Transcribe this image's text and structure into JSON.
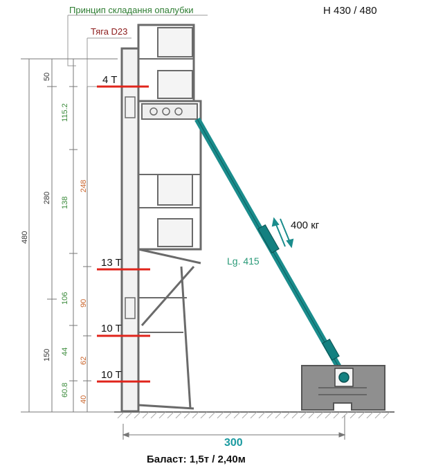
{
  "header": {
    "principle_label": "Принцип складання опалубки",
    "tie_label": "Тяга D23",
    "model_label": "H 430 / 480"
  },
  "dimensions": {
    "overall": "480",
    "black": [
      "50",
      "280",
      "150"
    ],
    "green": [
      "115.2",
      "138",
      "106",
      "44",
      "60.8"
    ],
    "orange": [
      "248",
      "90",
      "62",
      "40"
    ]
  },
  "anchor_loads": [
    "4 T",
    "13 T",
    "10 T",
    "10 T"
  ],
  "brace": {
    "length_label": "Lg. 415",
    "force_label": "400 кг"
  },
  "footer": {
    "span_label": "300",
    "ballast_label": "Баласт: 1,5т / 2,40м"
  },
  "colors": {
    "brace": "#1a8c8c",
    "anchor": "#e0241b",
    "frame": "#5a5a5a",
    "dim_green": "#3a8a3a",
    "dim_orange": "#c8632a"
  }
}
